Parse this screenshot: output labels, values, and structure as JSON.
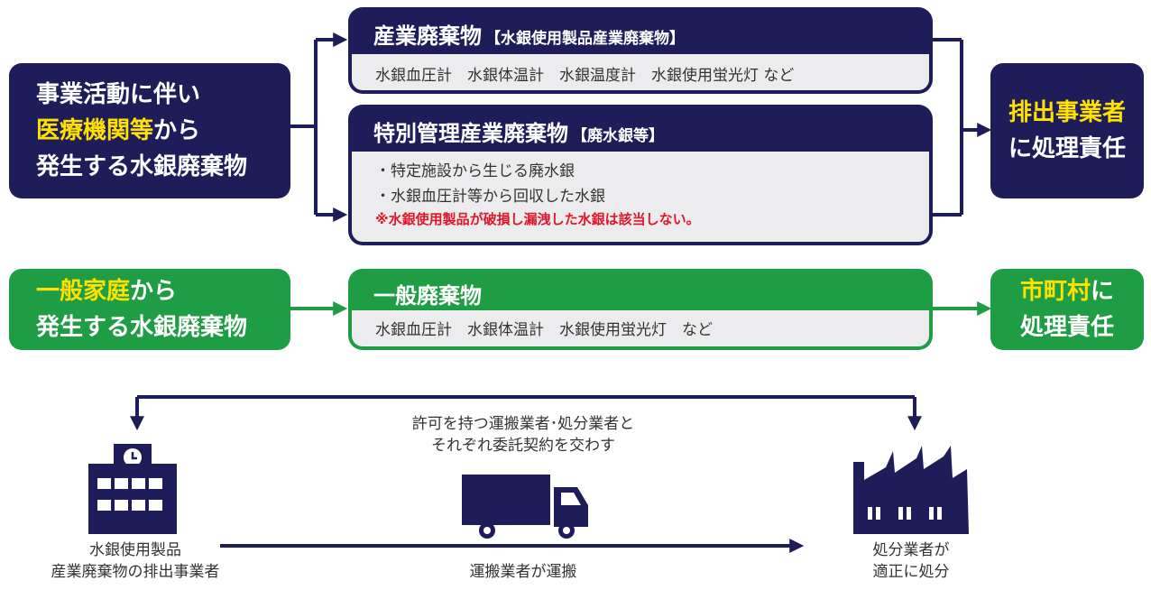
{
  "colors": {
    "navy": "#1e1d5a",
    "green": "#1f9d45",
    "highlight": "#ffe100",
    "warning": "#e0162b",
    "panel_bg": "#ececee"
  },
  "source_business": {
    "line1": "事業活動に伴い",
    "line2_highlight": "医療機関等",
    "line2_rest": "から",
    "line3": "発生する水銀廃棄物"
  },
  "industrial_waste": {
    "title": "産業廃棄物",
    "subtitle": "【水銀使用製品産業廃棄物】",
    "examples": "水銀血圧計　水銀体温計　水銀温度計　水銀使用蛍光灯 など"
  },
  "special_waste": {
    "title": "特別管理産業廃棄物",
    "subtitle": "【廃水銀等】",
    "item1": "・特定施設から生じる廃水銀",
    "item2": "・水銀血圧計等から回収した水銀",
    "note": "※水銀使用製品が破損し漏洩した水銀は該当しない。"
  },
  "result_business": {
    "line1": "排出事業者",
    "line2": "に処理責任"
  },
  "source_household": {
    "line1_highlight": "一般家庭",
    "line1_rest": "から",
    "line2": "発生する水銀廃棄物"
  },
  "general_waste": {
    "title": "一般廃棄物",
    "examples": "水銀血圧計　水銀体温計　水銀使用蛍光灯　など"
  },
  "result_municipal": {
    "line1_highlight": "市町村",
    "line1_rest": "に",
    "line2": "処理責任"
  },
  "contract_note": {
    "line1": "許可を持つ運搬業者･処分業者と",
    "line2": "それぞれ委託契約を交わす"
  },
  "emitter_label": {
    "line1": "水銀使用製品",
    "line2": "産業廃棄物の排出事業者"
  },
  "transport_label": "運搬業者が運搬",
  "disposer_label": {
    "line1": "処分業者が",
    "line2": "適正に処分"
  },
  "icons": {
    "emitter": "office-building-clock-icon",
    "transport": "delivery-truck-icon",
    "disposer": "factory-icon"
  }
}
